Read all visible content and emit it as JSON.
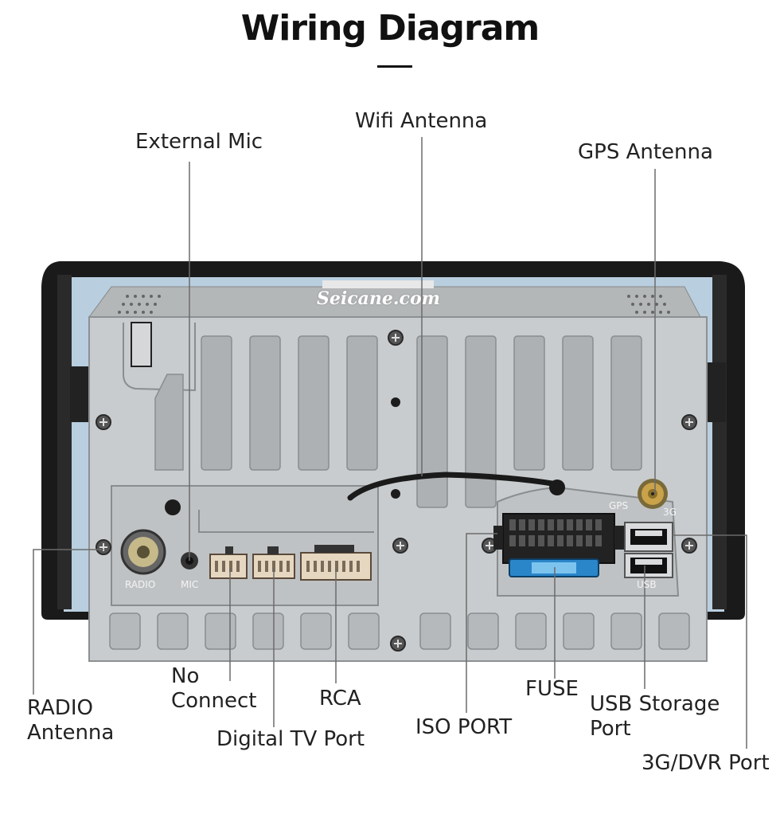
{
  "title": "Wiring Diagram",
  "brand_watermark": "Seicane.com",
  "labels": {
    "external_mic": "External Mic",
    "wifi_antenna": "Wifi Antenna",
    "gps_antenna": "GPS Antenna",
    "radio_antenna_line1": "RADIO",
    "radio_antenna_line2": "Antenna",
    "no_connect_line1": "No",
    "no_connect_line2": "Connect",
    "digital_tv_port": "Digital TV Port",
    "rca": "RCA",
    "iso_port": "ISO PORT",
    "fuse": "FUSE",
    "usb_storage_line1": "USB Storage",
    "usb_storage_line2": "Port",
    "dvr_port": "3G/DVR Port"
  },
  "panel_markings": {
    "radio": "RADIO",
    "mic": "MIC",
    "gps": "GPS",
    "three_g": "3G",
    "usb": "USB"
  },
  "colors": {
    "housing": "#c9ccce",
    "bezel": "#1a1a1a",
    "side_panel": "#b9cfe0",
    "callout_line": "#6b6b6b",
    "fuse_blue": "#2a86c9",
    "connector_beige": "#e6d8c0",
    "gold": "#c9a24a"
  }
}
